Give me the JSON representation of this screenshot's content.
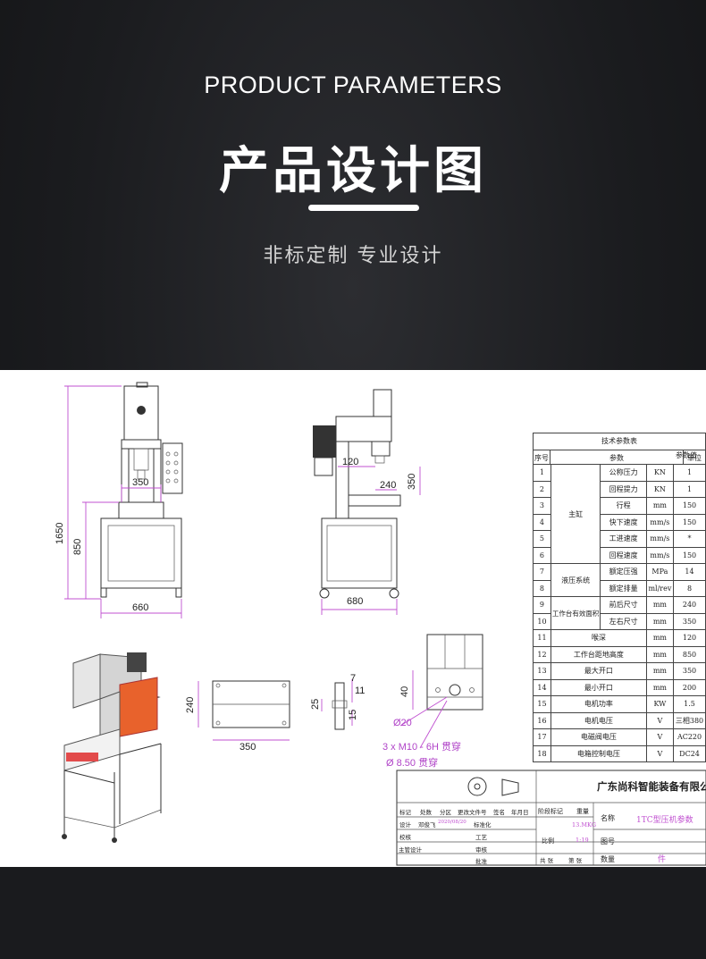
{
  "header": {
    "en_title": "PRODUCT PARAMETERS",
    "zh_title": "产品设计图",
    "subtitle": "非标定制 专业设计"
  },
  "drawing": {
    "dims": {
      "front_height": "1650",
      "front_height_lower": "850",
      "front_350": "350",
      "front_width": "660",
      "side_120": "120",
      "side_240": "240",
      "side_350": "350",
      "side_width": "680",
      "table_240": "240",
      "table_350": "350",
      "slot_7": "7",
      "slot_11": "11",
      "slot_25": "25",
      "slot_15": "15",
      "block_40": "40",
      "phi20": "Ø20",
      "m10": "3 x  M10 - 6H  贯穿",
      "phi850": "Ø  8.50  贯穿"
    },
    "table": {
      "title": "技术参数表",
      "headers": [
        "序号",
        "参数",
        "单位",
        "参数值"
      ],
      "groups": {
        "main_cyl": "主缸",
        "hydraulic": "液压系统",
        "worktable": "工作台有效面积"
      },
      "rows": [
        {
          "no": "1",
          "item": "公称压力",
          "unit": "KN",
          "val": "1"
        },
        {
          "no": "2",
          "item": "回程提力",
          "unit": "KN",
          "val": "1"
        },
        {
          "no": "3",
          "item": "行程",
          "unit": "mm",
          "val": "150"
        },
        {
          "no": "4",
          "item": "快下速度",
          "unit": "mm/s",
          "val": "150"
        },
        {
          "no": "5",
          "item": "工进速度",
          "unit": "mm/s",
          "val": "*"
        },
        {
          "no": "6",
          "item": "回程速度",
          "unit": "mm/s",
          "val": "150"
        },
        {
          "no": "7",
          "item": "额定压强",
          "unit": "MPa",
          "val": "14"
        },
        {
          "no": "8",
          "item": "额定排量",
          "unit": "ml/rev",
          "val": "8"
        },
        {
          "no": "9",
          "item": "前后尺寸",
          "unit": "mm",
          "val": "240"
        },
        {
          "no": "10",
          "item": "左右尺寸",
          "unit": "mm",
          "val": "350"
        },
        {
          "no": "11",
          "item": "喉深",
          "unit": "mm",
          "val": "120"
        },
        {
          "no": "12",
          "item": "工作台距地高度",
          "unit": "mm",
          "val": "850"
        },
        {
          "no": "13",
          "item": "最大开口",
          "unit": "mm",
          "val": "350"
        },
        {
          "no": "14",
          "item": "最小开口",
          "unit": "mm",
          "val": "200"
        },
        {
          "no": "15",
          "item": "电机功率",
          "unit": "KW",
          "val": "1.5"
        },
        {
          "no": "16",
          "item": "电机电压",
          "unit": "V",
          "val": "三相380"
        },
        {
          "no": "17",
          "item": "电磁阀电压",
          "unit": "V",
          "val": "AC220"
        },
        {
          "no": "18",
          "item": "电箱控制电压",
          "unit": "V",
          "val": "DC24"
        }
      ]
    },
    "title_block": {
      "company": "广东尚科智能装备有限公司",
      "drawing_name_label": "名称",
      "drawing_name": "1TC型压机参数",
      "weight_label": "重量",
      "weight": "13.MKG",
      "scale_label": "比例",
      "scale": "1:19",
      "figure_no_label": "图号",
      "qty_label": "数量",
      "qty": "件",
      "stage_mark": "阶段标记",
      "sheets": "共  张",
      "sheet": "第  张",
      "rows_left": [
        "标记",
        "处数",
        "分区",
        "更改文件号",
        "签名",
        "年月日"
      ],
      "design": "设计",
      "designer": "邓俊飞",
      "date": "2020/08/20",
      "standard": "标准化",
      "check": "校核",
      "process": "工艺",
      "main_design": "主管设计",
      "review": "审核",
      "approve": "批准"
    }
  }
}
